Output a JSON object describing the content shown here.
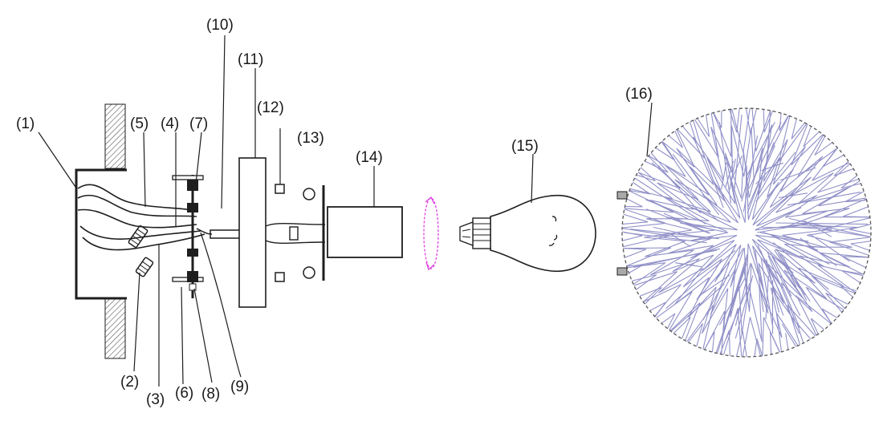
{
  "labels": {
    "l1": "(1)",
    "l2": "(2)",
    "l3": "(3)",
    "l4": "(4)",
    "l5": "(5)",
    "l6": "(6)",
    "l7": "(7)",
    "l8": "(8)",
    "l9": "(9)",
    "l10": "(10)",
    "l11": "(11)",
    "l12": "(12)",
    "l13": "(13)",
    "l14": "(14)",
    "l15": "(15)",
    "l16": "(16)"
  },
  "colors": {
    "ink": "#1e1e1e",
    "rotation_arrow": "#e040e0",
    "crystal_shade": "#9090c8",
    "wall_hatch": "#555555"
  }
}
